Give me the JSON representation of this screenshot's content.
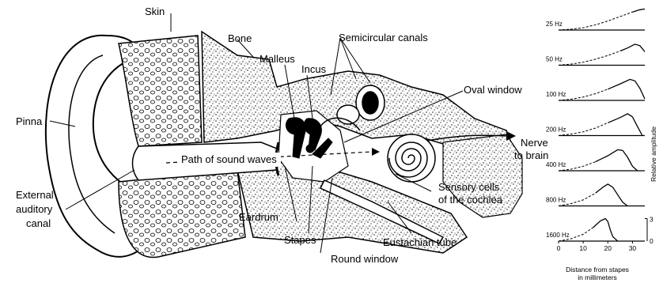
{
  "ear": {
    "labels": {
      "skin": "Skin",
      "bone": "Bone",
      "malleus": "Malleus",
      "incus": "Incus",
      "semicircular_canals": "Semicircular canals",
      "oval_window": "Oval window",
      "pinna": "Pinna",
      "nerve_line1": "Nerve",
      "nerve_line2": "to brain",
      "path_of_sound_waves": "Path of sound waves",
      "external_line1": "External",
      "external_line2": "auditory",
      "external_line3": "canal",
      "sensory_line1": "Sensory cells",
      "sensory_line2": "of the cochlea",
      "eardrum": "Eardrum",
      "stapes": "Stapes",
      "eustachian_tube": "Eustachian tube",
      "round_window": "Round window"
    }
  },
  "chart_data": {
    "type": "line",
    "title": "",
    "ylabel": "Relative amplitude",
    "xlabel_line1": "Distance from stapes",
    "xlabel_line2": "in millimeters",
    "x_ticks": [
      "0",
      "10",
      "20",
      "30"
    ],
    "xlim": [
      0,
      35
    ],
    "y_scale_ticks": [
      "3",
      "0"
    ],
    "panels": [
      {
        "label": "25 Hz",
        "x": [
          0,
          5,
          10,
          15,
          20,
          25,
          30,
          33,
          35
        ],
        "y": [
          0,
          0.1,
          0.3,
          0.7,
          1.2,
          1.8,
          2.4,
          2.7,
          2.8
        ]
      },
      {
        "label": "50 Hz",
        "x": [
          0,
          5,
          10,
          15,
          20,
          25,
          28,
          31,
          33,
          35
        ],
        "y": [
          0,
          0.15,
          0.4,
          0.8,
          1.3,
          1.9,
          2.3,
          2.8,
          2.6,
          1.8
        ]
      },
      {
        "label": "100 Hz",
        "x": [
          0,
          5,
          10,
          15,
          20,
          25,
          29,
          31,
          33,
          35
        ],
        "y": [
          0,
          0.15,
          0.45,
          0.9,
          1.5,
          2.2,
          2.8,
          2.6,
          1.6,
          0.2
        ]
      },
      {
        "label": "200 Hz",
        "x": [
          0,
          5,
          10,
          15,
          20,
          25,
          28,
          30,
          32,
          34
        ],
        "y": [
          0,
          0.2,
          0.5,
          1.0,
          1.7,
          2.4,
          2.9,
          2.5,
          1.2,
          0
        ]
      },
      {
        "label": "400 Hz",
        "x": [
          0,
          5,
          10,
          15,
          20,
          24,
          26,
          28,
          30,
          32
        ],
        "y": [
          0,
          0.2,
          0.6,
          1.2,
          2.0,
          2.8,
          2.7,
          1.8,
          0.6,
          0
        ]
      },
      {
        "label": "800 Hz",
        "x": [
          0,
          5,
          10,
          15,
          18,
          20,
          22,
          24,
          26,
          28
        ],
        "y": [
          0,
          0.3,
          0.8,
          1.7,
          2.5,
          2.9,
          2.5,
          1.5,
          0.5,
          0
        ]
      },
      {
        "label": "1600 Hz",
        "x": [
          0,
          5,
          10,
          14,
          17,
          19,
          20,
          21,
          22,
          24
        ],
        "y": [
          0,
          0.3,
          0.9,
          1.8,
          2.7,
          3.0,
          2.6,
          1.5,
          0.6,
          0
        ]
      }
    ]
  }
}
